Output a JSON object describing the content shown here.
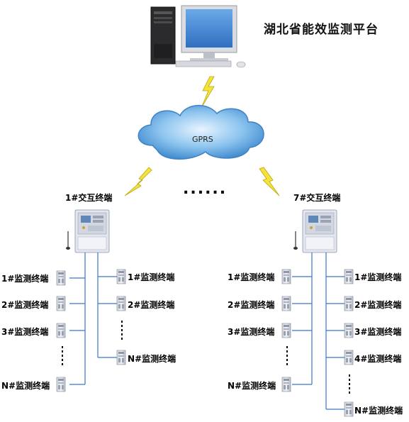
{
  "title": "湖北省能效监测平台",
  "cloud_label": "GPRS",
  "middle_dots": "......",
  "left_group": {
    "interactive_label": "1#交互终端",
    "left_column": [
      "1#监测终端",
      "2#监测终端",
      "3#监测终端",
      "N#监测终端"
    ],
    "right_column": [
      "1#监测终端",
      "2#监测终端",
      "N#监测终端"
    ]
  },
  "right_group": {
    "interactive_label": "7#交互终端",
    "left_column": [
      "1#监测终端",
      "2#监测终端",
      "3#监测终端",
      "N#监测终端"
    ],
    "right_column": [
      "1#监测终端",
      "2#监测终端",
      "3#监测终端",
      "4#监测终端",
      "N#监测终端"
    ]
  },
  "colors": {
    "wire": "#3a76c8",
    "lightning": "#f5e23a",
    "cloud": "#4f9ad8"
  },
  "icons": [
    "computer-icon",
    "cloud-icon",
    "lightning-icon",
    "interactive-terminal-icon",
    "monitor-terminal-icon"
  ]
}
